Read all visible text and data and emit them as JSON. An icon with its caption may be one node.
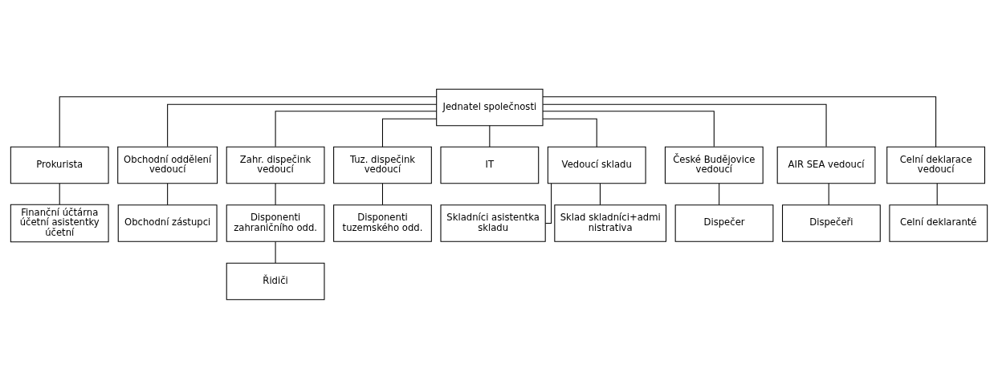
{
  "diagram": {
    "nodes": [
      {
        "text": [
          "Jednatel společnosti"
        ]
      },
      {
        "text": [
          "Prokurista"
        ]
      },
      {
        "text": [
          "Finanční účtárna účetní asistentky účetní"
        ]
      },
      {
        "text": [
          "Obchodní oddělení vedoucí"
        ]
      },
      {
        "text": [
          "Zahr. dispečink vedoucí"
        ]
      },
      {
        "text": [
          "Tuz. dispečink vedoucí"
        ]
      },
      {
        "text": [
          "IT"
        ]
      },
      {
        "text": [
          "Vedoucí skladu"
        ]
      },
      {
        "text": [
          "České Budějovice vedoucí"
        ]
      },
      {
        "text": [
          "AIR SEA vedoucí"
        ]
      },
      {
        "text": [
          "Celní deklarace vedoucí"
        ]
      },
      {
        "text": [
          "Obchodní zástupci"
        ]
      },
      {
        "text": [
          "Disponenti zahraničního odd."
        ]
      },
      {
        "text": [
          "Řidiči"
        ]
      },
      {
        "text": [
          "Disponenti tuzemského odd."
        ]
      },
      {
        "text": [
          "Skladníci asistentka skladu"
        ]
      },
      {
        "text": [
          "Sklad skladníci+administrativa"
        ]
      },
      {
        "text": [
          "Dispečer"
        ]
      },
      {
        "text": [
          "Dispečeři"
        ]
      },
      {
        "text": [
          "Celní deklaranté"
        ]
      }
    ],
    "edges": [
      {
        "from": 0,
        "to": 1,
        "arrow": "none"
      },
      {
        "from": 1,
        "to": 2,
        "arrow": "none"
      },
      {
        "from": 0,
        "to": 3,
        "arrow": "none"
      },
      {
        "from": 0,
        "to": 4,
        "arrow": "none"
      },
      {
        "from": 0,
        "to": 5,
        "arrow": "none"
      },
      {
        "from": 0,
        "to": 6,
        "arrow": "none"
      },
      {
        "from": 0,
        "to": 7,
        "arrow": "none"
      },
      {
        "from": 0,
        "to": 8,
        "arrow": "none"
      },
      {
        "from": 0,
        "to": 9,
        "arrow": "none"
      },
      {
        "from": 0,
        "to": 10,
        "arrow": "none"
      },
      {
        "from": 3,
        "to": 11,
        "arrow": "none"
      },
      {
        "from": 4,
        "to": 12,
        "arrow": "none"
      },
      {
        "from": 12,
        "to": 13,
        "arrow": "none"
      },
      {
        "from": 5,
        "to": 14,
        "arrow": "none"
      },
      {
        "from": 7,
        "to": 15,
        "arrow": "none"
      },
      {
        "from": 7,
        "to": 16,
        "arrow": "none"
      },
      {
        "from": 8,
        "to": 17,
        "arrow": "none"
      },
      {
        "from": 9,
        "to": 18,
        "arrow": "none"
      },
      {
        "from": 10,
        "to": 19,
        "arrow": "none"
      }
    ]
  }
}
